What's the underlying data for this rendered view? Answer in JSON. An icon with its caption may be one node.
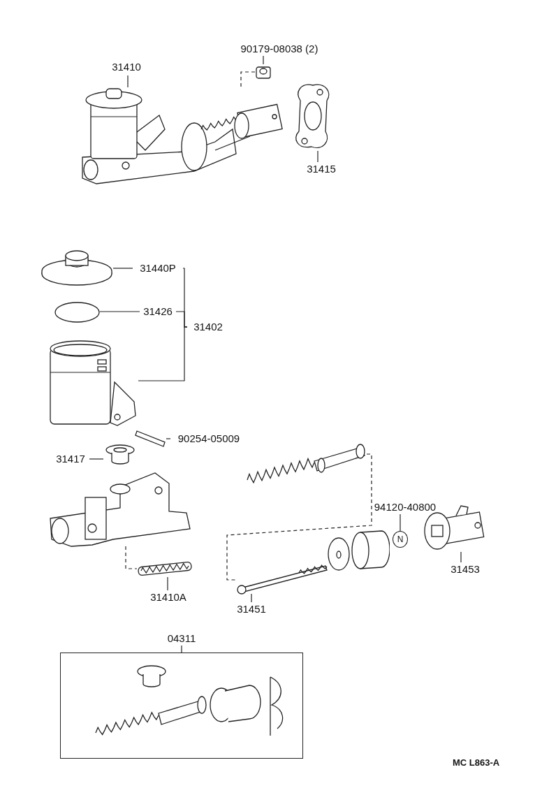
{
  "diagram": {
    "nodes": [
      {
        "text": [
          "31410"
        ]
      },
      {
        "text": [],
        "shape": "picture"
      },
      {
        "text": [
          "90179-08038 (2)"
        ]
      },
      {
        "text": [],
        "shape": "picture"
      },
      {
        "text": [
          "31415"
        ]
      },
      {
        "text": [],
        "shape": "picture"
      },
      {
        "text": [
          "31440P"
        ]
      },
      {
        "text": [],
        "shape": "picture"
      },
      {
        "text": [
          "31426"
        ]
      },
      {
        "text": [],
        "shape": "circle"
      },
      {
        "text": [
          "31402"
        ]
      },
      {
        "text": [],
        "shape": "picture"
      },
      {
        "text": [
          "90254-05009"
        ]
      },
      {
        "text": [],
        "shape": "bar"
      },
      {
        "text": [
          "31417"
        ]
      },
      {
        "text": [],
        "shape": "picture"
      },
      {
        "text": [],
        "shape": "picture"
      },
      {
        "text": [
          "31410A"
        ]
      },
      {
        "text": [],
        "shape": "picture"
      },
      {
        "text": [],
        "shape": "picture"
      },
      {
        "text": [
          "31451"
        ]
      },
      {
        "text": [],
        "shape": "picture"
      },
      {
        "text": [
          "94120-40800"
        ]
      },
      {
        "text": [
          "N"
        ]
      },
      {
        "text": [
          "31453"
        ]
      },
      {
        "text": [],
        "shape": "picture"
      },
      {
        "text": [
          "04311"
        ]
      }
    ],
    "edges": [
      {
        "from": 0,
        "to": 1,
        "arrow": "none"
      },
      {
        "from": 2,
        "to": 3,
        "arrow": "none"
      },
      {
        "from": 3,
        "to": 1,
        "arrow": "none",
        "style": "dashed"
      },
      {
        "from": 4,
        "to": 5,
        "arrow": "none"
      },
      {
        "from": 6,
        "to": 7,
        "arrow": "none"
      },
      {
        "from": 8,
        "to": 9,
        "arrow": "none"
      },
      {
        "from": 10,
        "to": 6,
        "arrow": "none"
      },
      {
        "from": 10,
        "to": 8,
        "arrow": "none"
      },
      {
        "from": 10,
        "to": 11,
        "arrow": "none"
      },
      {
        "from": 12,
        "to": 13,
        "arrow": "none"
      },
      {
        "from": 14,
        "to": 15,
        "arrow": "none"
      },
      {
        "from": 16,
        "to": 18,
        "arrow": "none",
        "style": "dashed"
      },
      {
        "from": 17,
        "to": 18,
        "arrow": "none"
      },
      {
        "from": 19,
        "to": 21,
        "arrow": "none",
        "style": "dashed"
      },
      {
        "from": 20,
        "to": 21,
        "arrow": "none"
      },
      {
        "from": 22,
        "to": 23,
        "arrow": "none"
      },
      {
        "from": 24,
        "to": 25,
        "arrow": "none"
      }
    ],
    "labels": [
      "MC L863-A"
    ]
  }
}
